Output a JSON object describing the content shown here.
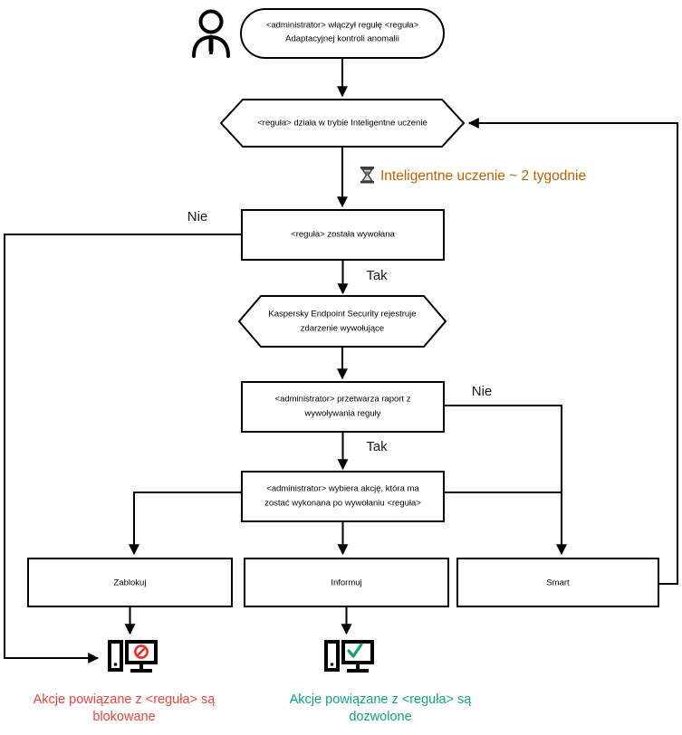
{
  "diagram": {
    "title": "Adaptacyjna kontrola anomalii - schemat dzialania reguly",
    "language": "pl",
    "nodes": {
      "actor": {
        "name": "actor-icon",
        "label": "administrator-person-icon"
      },
      "start": {
        "shape": "rounded-rectangle",
        "line1": "<administrator> włączył regułę <reguła>",
        "line2": "Adaptacyjnej kontroli anomalii"
      },
      "smart_mode": {
        "shape": "hexagon",
        "line1": "<reguła> działa w trybie Inteligentne uczenie"
      },
      "triggered": {
        "shape": "rectangle",
        "line1": "<reguła> została wywołana"
      },
      "kes_event": {
        "shape": "hexagon",
        "line1": "Kaspersky Endpoint Security rejestruje",
        "line2": "zdarzenie wywołujące"
      },
      "admin_report": {
        "shape": "rectangle",
        "line1": "<administrator> przetwarza raport z",
        "line2": "wywoływania reguły"
      },
      "admin_action": {
        "shape": "rectangle",
        "line1": "<administrator> wybiera akcję, która ma",
        "line2": "zostać wykonana po wywołaniu <reguła>"
      },
      "block": {
        "shape": "rectangle",
        "line1": "Zablokuj"
      },
      "inform": {
        "shape": "rectangle",
        "line1": "Informuj"
      },
      "smart": {
        "shape": "rectangle",
        "line1": "Smart"
      }
    },
    "edge_labels": {
      "learning_timer": "Inteligentne uczenie ~ 2 tygodnie",
      "triggered_no": "Nie",
      "triggered_yes": "Tak",
      "report_no": "Nie",
      "report_yes": "Tak"
    },
    "outcomes": {
      "blocked": {
        "icon": "computer-blocked-icon",
        "line1": "Akcje powiązane z <reguła> są",
        "line2": "blokowane"
      },
      "allowed": {
        "icon": "computer-allowed-icon",
        "line1": "Akcje powiązane z <reguła> są",
        "line2": "dozwolone"
      }
    },
    "colors": {
      "stroke": "#000000",
      "fill": "#ffffff",
      "timer_label": "#c06000",
      "blocked_text": "#e8453c",
      "allowed_text": "#10a37f",
      "blocked_icon_mark": "#e8312b",
      "allowed_icon_mark": "#0fa07a"
    }
  }
}
